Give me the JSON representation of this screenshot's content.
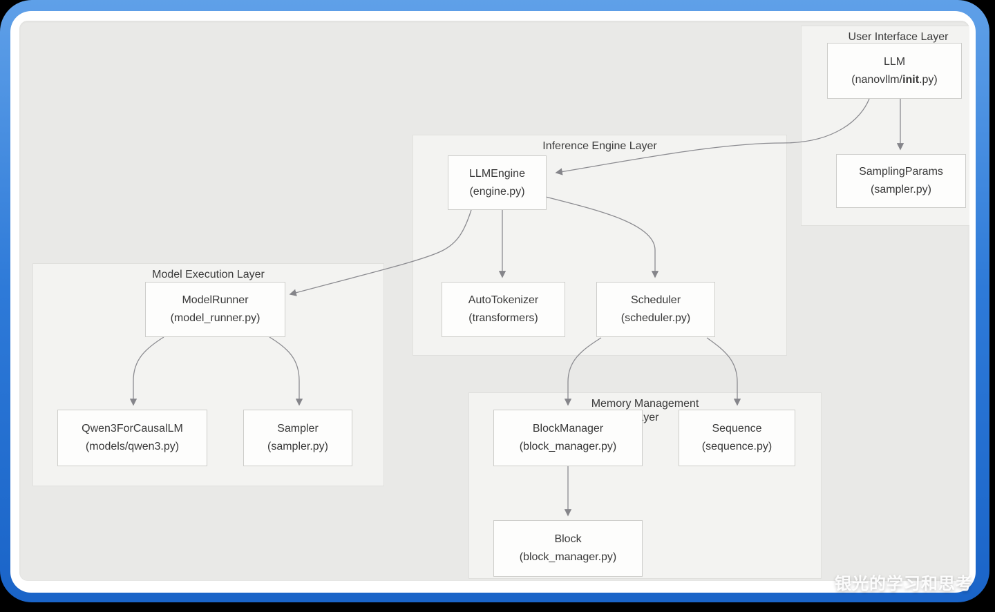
{
  "watermark": "银光的学习和思考",
  "colors": {
    "frame_gradient_top": "#5fa0e8",
    "frame_gradient_bottom": "#1a64c8",
    "inner_frame": "#ffffff",
    "canvas": "#e9e9e7",
    "layer_fill": "#f3f3f1",
    "layer_border": "#e0e0dd",
    "node_fill": "#fdfdfc",
    "node_border": "#cdcdca",
    "arrow": "#8b8b90",
    "text": "#383838"
  },
  "layers": [
    {
      "title": "User Interface Layer",
      "nodes": [
        {
          "name": "LLM",
          "subtitle_pre": "(nanovllm/",
          "subtitle_bold": "init",
          "subtitle_post": ".py)"
        },
        {
          "name": "SamplingParams",
          "subtitle": "(sampler.py)"
        }
      ]
    },
    {
      "title": "Inference Engine Layer",
      "nodes": [
        {
          "name": "LLMEngine",
          "subtitle": "(engine.py)"
        },
        {
          "name": "AutoTokenizer",
          "subtitle": "(transformers)"
        },
        {
          "name": "Scheduler",
          "subtitle": "(scheduler.py)"
        }
      ]
    },
    {
      "title": "Model Execution Layer",
      "nodes": [
        {
          "name": "ModelRunner",
          "subtitle": "(model_runner.py)"
        },
        {
          "name": "Qwen3ForCausalLM",
          "subtitle": "(models/qwen3.py)"
        },
        {
          "name": "Sampler",
          "subtitle": "(sampler.py)"
        }
      ]
    },
    {
      "title": "Memory Management Layer",
      "title_line1": "Memory Management",
      "title_line2": "Layer",
      "nodes": [
        {
          "name": "BlockManager",
          "subtitle": "(block_manager.py)"
        },
        {
          "name": "Sequence",
          "subtitle": "(sequence.py)"
        },
        {
          "name": "Block",
          "subtitle": "(block_manager.py)"
        }
      ]
    }
  ],
  "edges": [
    {
      "from": "LLM",
      "to": "SamplingParams"
    },
    {
      "from": "LLM",
      "to": "LLMEngine"
    },
    {
      "from": "LLMEngine",
      "to": "AutoTokenizer"
    },
    {
      "from": "LLMEngine",
      "to": "Scheduler"
    },
    {
      "from": "LLMEngine",
      "to": "ModelRunner"
    },
    {
      "from": "ModelRunner",
      "to": "Qwen3ForCausalLM"
    },
    {
      "from": "ModelRunner",
      "to": "Sampler"
    },
    {
      "from": "Scheduler",
      "to": "BlockManager"
    },
    {
      "from": "Scheduler",
      "to": "Sequence"
    },
    {
      "from": "BlockManager",
      "to": "Block"
    }
  ]
}
